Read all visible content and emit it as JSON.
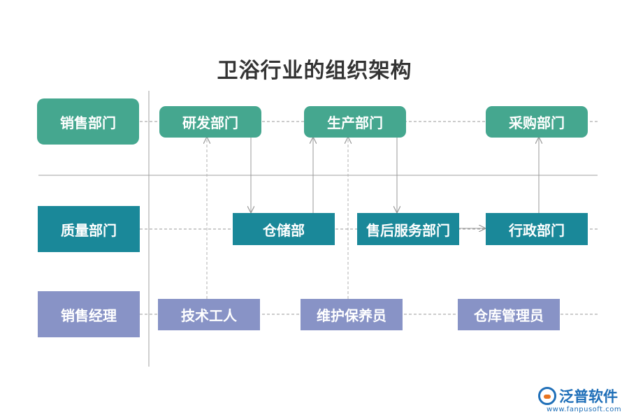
{
  "title": "卫浴行业的组织架构",
  "rows": {
    "row1_label": "销售部门",
    "row2_label": "质量部门",
    "row3_label": "销售经理"
  },
  "nodes": {
    "rnd": "研发部门",
    "production": "生产部门",
    "purchasing": "采购部门",
    "warehouse": "仓储部",
    "after_sales": "售后服务部门",
    "admin": "行政部门",
    "technician": "技术工人",
    "maintenance": "维护保养员",
    "warehouse_manager": "仓库管理员"
  },
  "colors": {
    "row1": "#45a78f",
    "row2": "#1a8899",
    "row3": "#8893c6",
    "title": "#333333",
    "brand": "#1f6fb8"
  },
  "brand": {
    "name": "泛普软件",
    "url": "www.fanpusoft.com"
  }
}
